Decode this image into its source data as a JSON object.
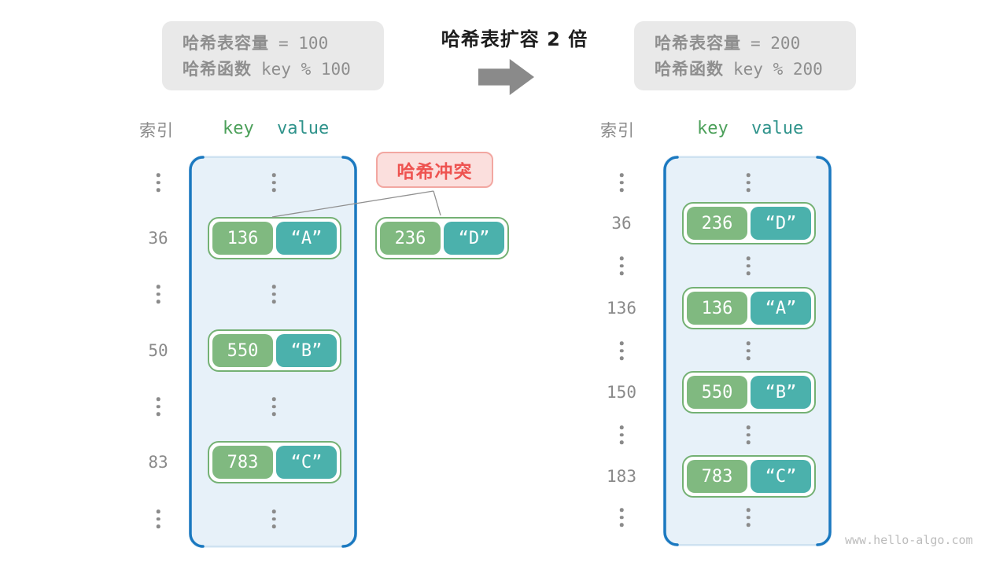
{
  "boxes": {
    "before": {
      "line1_label": "哈希表容量",
      "line1_value": "= 100",
      "line2_label": "哈希函数",
      "line2_value": "key % 100"
    },
    "after": {
      "line1_label": "哈希表容量",
      "line1_value": "= 200",
      "line2_label": "哈希函数",
      "line2_value": "key % 200"
    }
  },
  "title": "哈希表扩容 2 倍",
  "left_table": {
    "index_header": "索引",
    "key_header": "key",
    "value_header": "value",
    "rows": [
      {
        "index": "36",
        "key": "136",
        "value": "“A”"
      },
      {
        "index": "50",
        "key": "550",
        "value": "“B”"
      },
      {
        "index": "83",
        "key": "783",
        "value": "“C”"
      }
    ]
  },
  "right_table": {
    "index_header": "索引",
    "key_header": "key",
    "value_header": "value",
    "rows": [
      {
        "index": "36",
        "key": "236",
        "value": "“D”"
      },
      {
        "index": "136",
        "key": "136",
        "value": "“A”"
      },
      {
        "index": "150",
        "key": "550",
        "value": "“B”"
      },
      {
        "index": "183",
        "key": "783",
        "value": "“C”"
      }
    ]
  },
  "collision": {
    "label": "哈希冲突",
    "key": "236",
    "value": "“D”"
  },
  "footer": {
    "site": "www.hello-algo.com"
  },
  "colors": {
    "container_fill": "#e7f1f9",
    "container_border": "#1b79c0",
    "key_green": "#80b980",
    "value_teal": "#4bb1ac",
    "pair_border": "#74b174",
    "collision_text": "#ee5350",
    "collision_bg": "#fbdfdd",
    "collision_border": "#f2a7a1",
    "header_key_green": "#4ca05a",
    "header_value_teal": "#2f938b",
    "gray_text": "#8a8a8a",
    "info_box_bg": "#e9e9e9",
    "arrow_gray": "#8a8a8a"
  }
}
